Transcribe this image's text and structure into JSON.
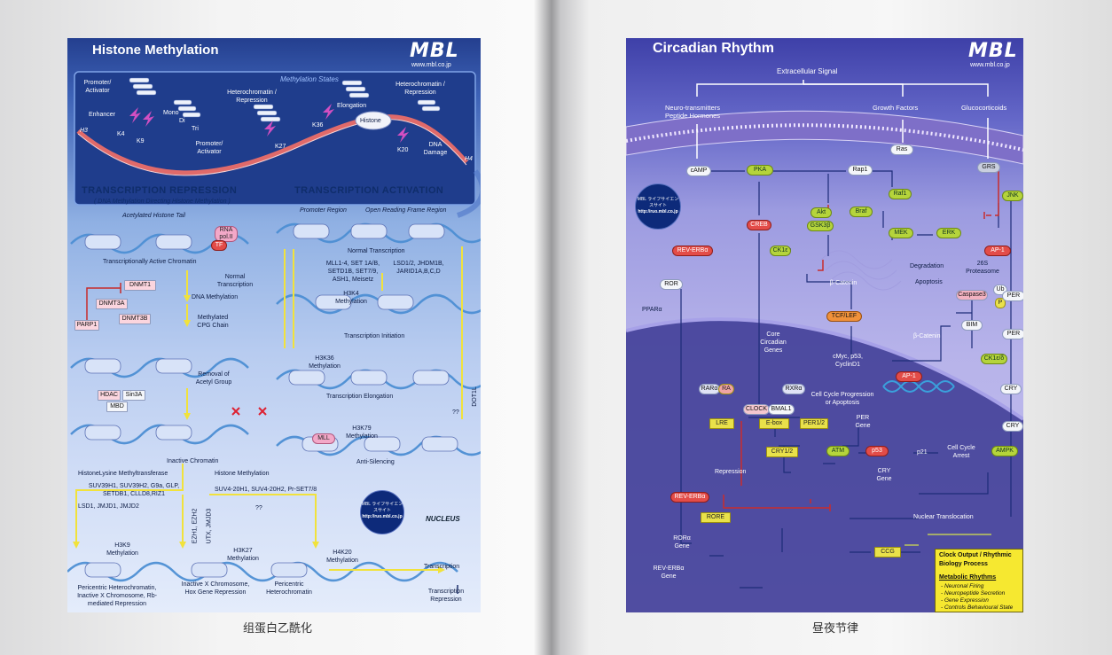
{
  "left_poster": {
    "title": "Histone Methylation",
    "brand": "MBL",
    "url": "www.mbl.co.jp",
    "caption": "组蛋白乙酰化",
    "top_panel": {
      "heading": "Methylation States",
      "labels": [
        "Promoter/ Activator",
        "Enhancer",
        "Heterochromatin / Repression",
        "Mono",
        "Di",
        "Tri",
        "Promoter/ Activator",
        "Elongation",
        "Histone",
        "Heterochromatin / Repression",
        "DNA Damage"
      ],
      "sites": [
        "H3",
        "K4",
        "K9",
        "K27",
        "K36",
        "K20",
        "H4"
      ]
    },
    "repression": {
      "heading": "TRANSCRIPTION REPRESSION",
      "subheading": "( DNA Methylation Directing Histone Methylation )",
      "items": [
        "Acetylated Histone Tail",
        "Transcriptionally Active Chromatin",
        "RNA pol.II",
        "TF",
        "Normal Transcription",
        "DNMT1",
        "DNA Methylation",
        "DNMT3A",
        "DNMT3B",
        "Methylated CPG Chain",
        "PARP1",
        "Removal of Acetyl Group",
        "HDAC",
        "Sin3A",
        "MBD",
        "Inactive Chromatin",
        "HistoneLysine Methyltransferase",
        "SUV39H1, SUV39H2, G9a, GLP, SETDB1, CLLD8,RIZ1",
        "Histone Methylation",
        "SUV4-20H1, SUV4-20H2, Pr-SET7/8",
        "LSD1, JMJD1, JMJD2",
        "EZH1, EZH2",
        "UTX, JMJD3",
        "??",
        "H3K9 Methylation",
        "Pericentric Heterochromatin, Inactive X Chromosome, Rb-mediated Repression",
        "H3K27 Methylation",
        "Inactive X Chromosome, Hox Gene Repression",
        "H4K20 Methylation",
        "Pericentric Heterochromatin",
        "Transcription",
        "Transcription Repression"
      ]
    },
    "activation": {
      "heading": "TRANSCRIPTION ACTIVATION",
      "items": [
        "Promoter Region",
        "Open Reading Frame Region",
        "Normal Transcription",
        "MLL1-4, SET 1A/B, SETD1B, SET7/9, ASH1, Meisetz",
        "LSD1/2, JHDM1B, JARID1A,B,C,D",
        "H3K4 Methylation",
        "Transcription Initiation",
        "H3K36 Methylation",
        "Transcription Elongation",
        "H3K79 Methylation",
        "MLL",
        "Anti-Silencing",
        "DOT1L",
        "??",
        "NUCLEUS"
      ]
    },
    "disc": {
      "line1": "MBL ライフサイエンスサイト",
      "url": "http://ruo.mbl.co.jp"
    }
  },
  "right_poster": {
    "title": "Circadian Rhythm",
    "brand": "MBL",
    "url": "www.mbl.co.jp",
    "caption": "昼夜节律",
    "top": [
      "Extracellular Signal",
      "Neuro-transmitters Peptide Hormones",
      "Growth Factors",
      "Glucocorticoids"
    ],
    "cytoplasm_nodes": [
      "cAMP",
      "PKA",
      "Rap1",
      "Ras",
      "Raf1",
      "Braf",
      "MEK",
      "ERK",
      "Akt",
      "GSK3β",
      "CREB",
      "CK1ε",
      "β-Catenin",
      "TCF/LEF",
      "GRS",
      "JNK",
      "AP-1",
      "Degradation",
      "26S Proteasome",
      "Apoptosis",
      "Caspase3",
      "BIM",
      "Ub",
      "P",
      "PER",
      "REV-ERBα",
      "ROR",
      "PPARα",
      "Core Circadian Genes",
      "β-Catenin",
      "CK1ε/δ",
      "CRY",
      "PER",
      "CRY",
      "AMPK"
    ],
    "nucleus_nodes": [
      "cMyc, p53, CyclinD1",
      "AP-1",
      "Cell Cycle Progression or Apoptosis",
      "RARα",
      "RA",
      "RXRα",
      "CLOCK",
      "BMAL1",
      "LRE",
      "E-box",
      "PER1/2",
      "PER Gene",
      "ATM",
      "p53",
      "p21",
      "Cell Cycle Arrest",
      "CRY1/2",
      "CRY Gene",
      "Repression",
      "REV-ERBα",
      "RORE",
      "Nuclear Translocation",
      "RORα Gene",
      "REV-ERBα Gene",
      "CCG"
    ],
    "output_box": {
      "title": "Clock Output / Rhythmic Biology Process",
      "subtitle": "Metabolic Rhythms",
      "items": [
        "- Neuronal Firing",
        "- Neuropeptide Secretion",
        "- Gene Expression",
        "- Controls Behavioural State"
      ]
    },
    "disc": {
      "line1": "MBL ライフサイエンスサイト",
      "url": "http://ruo.mbl.co.jp"
    }
  }
}
